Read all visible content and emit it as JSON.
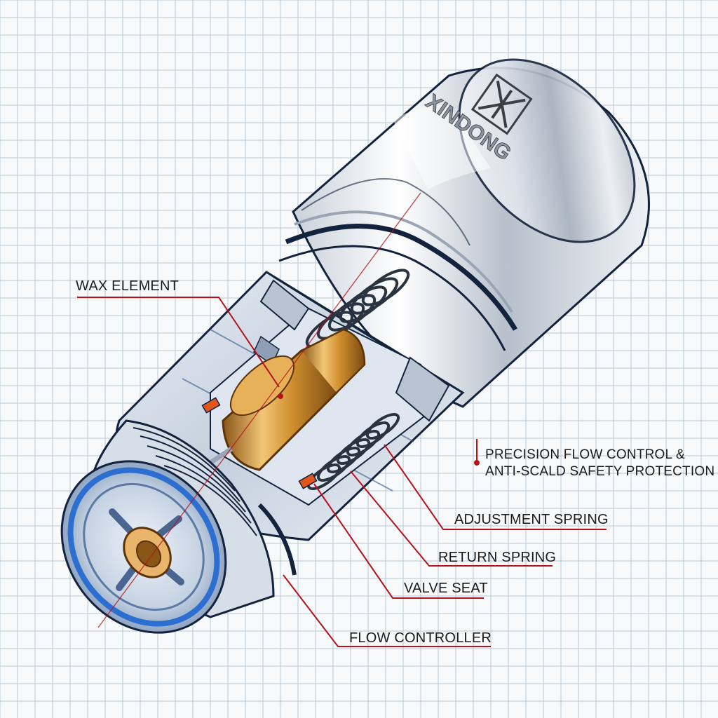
{
  "brand": {
    "logo_text": "XINDONG"
  },
  "callouts": {
    "wax_element": "WAX ELEMENT",
    "precision_line1": "PRECISION FLOW CONTROL &",
    "precision_line2": "ANTI-SCALD SAFETY PROTECTION",
    "adjustment_spring": "ADJUSTMENT SPRING",
    "return_spring": "RETURN SPRING",
    "valve_seat": "VALVE SEAT",
    "flow_controller": "FLOW CONTROLLER"
  },
  "colors": {
    "grid": "#b9c7d6",
    "leader": "#b5121b",
    "outline": "#14233d",
    "chrome": "#e4e9ef",
    "brass": "#d99a3a",
    "seal_orange": "#e2561d",
    "seal_blue": "#2d6fd1"
  }
}
